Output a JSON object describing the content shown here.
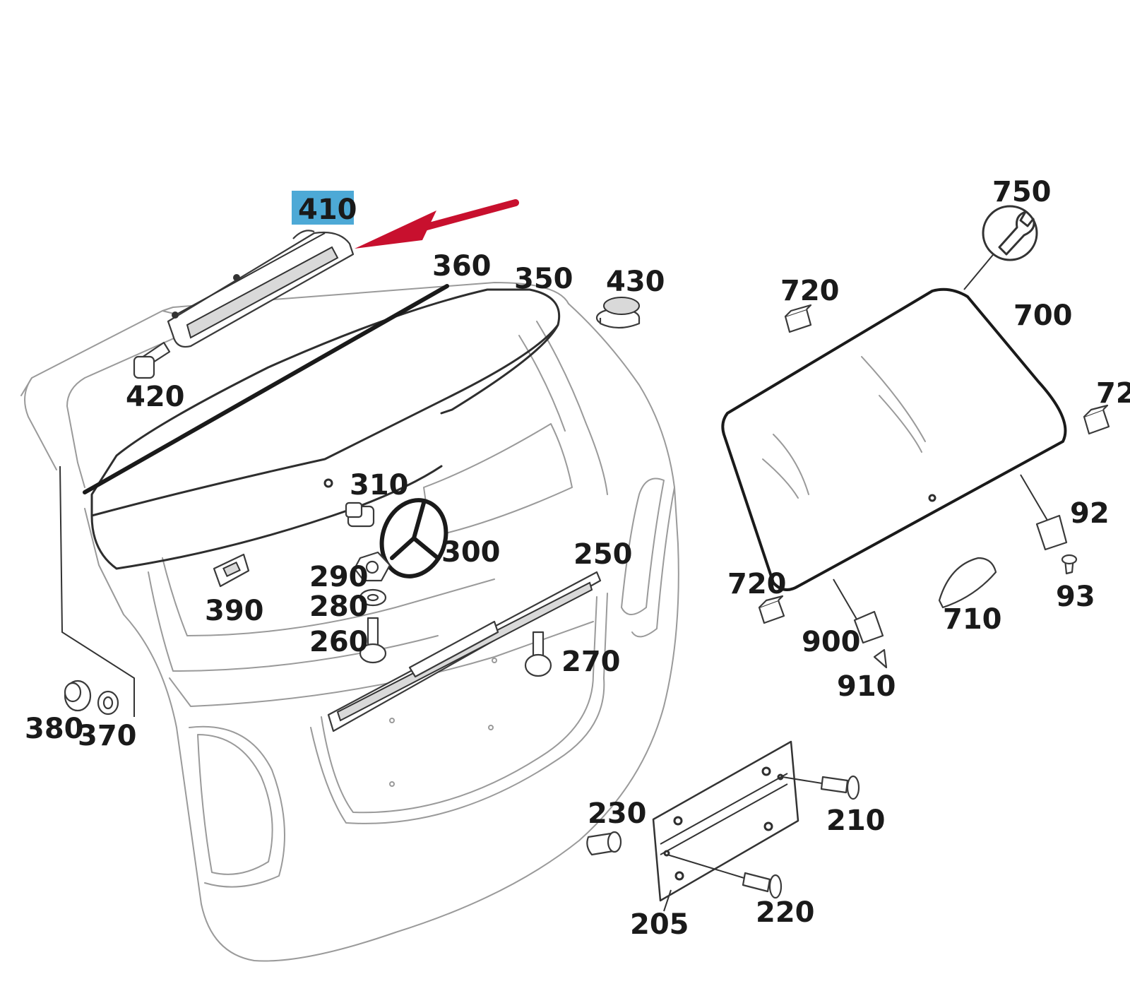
{
  "callouts": {
    "c410": "410",
    "c360": "360",
    "c350": "350",
    "c430": "430",
    "c420": "420",
    "c310": "310",
    "c300": "300",
    "c290": "290",
    "c280": "280",
    "c260": "260",
    "c390": "390",
    "c250": "250",
    "c270": "270",
    "c380": "380",
    "c370": "370",
    "c750": "750",
    "c720a": "720",
    "c700": "700",
    "c720b": "72",
    "c920": "92",
    "c930": "93",
    "c720c": "720",
    "c710": "710",
    "c900": "900",
    "c910": "910",
    "c230": "230",
    "c210": "210",
    "c220": "220",
    "c205": "205"
  },
  "highlight": {
    "part": "410",
    "box_color": "#4da9d6",
    "arrow_color": "#c8102e"
  },
  "icons": {
    "service_symbol": "wrench-icon",
    "brand_emblem": "three-pointed-star-icon"
  }
}
